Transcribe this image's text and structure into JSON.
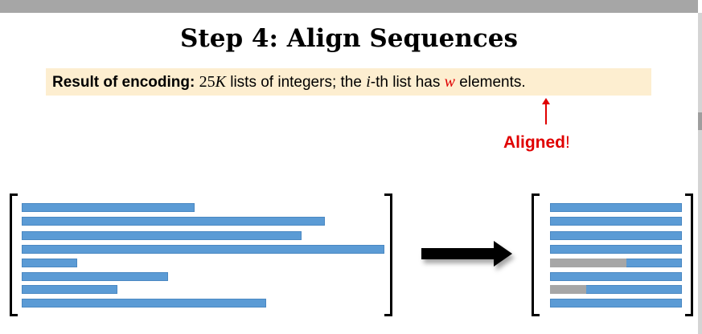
{
  "slide": {
    "title": "Step 4: Align Sequences",
    "result": {
      "label": "Result of encoding:",
      "count": "25",
      "count_var": "K",
      "text_1": "lists of integers; the",
      "index_var": "i",
      "text_2": "-th list has",
      "elem_var": "w",
      "text_3": "elements."
    },
    "annotation": {
      "word": "Aligned",
      "punct": "!"
    }
  },
  "colors": {
    "bar_blue": "#5b9bd5",
    "padding_grey": "#a6a6a6",
    "highlight_box": "#fdeed0",
    "accent_red": "#e00000"
  }
}
